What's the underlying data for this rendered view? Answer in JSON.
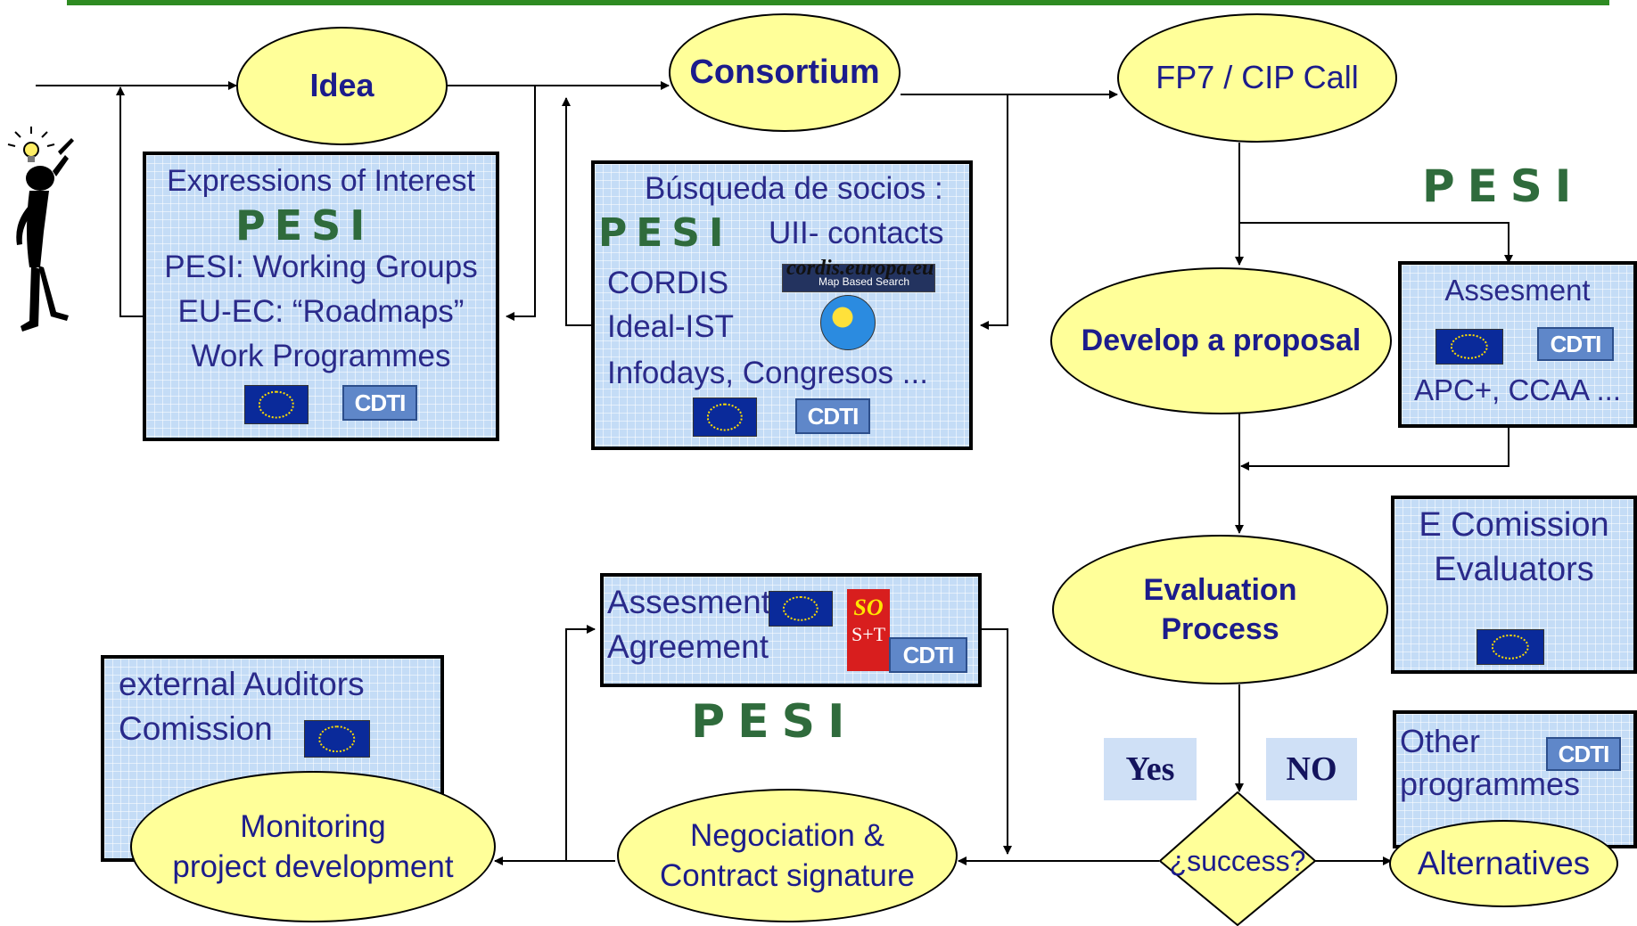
{
  "nodes": {
    "idea": "Idea",
    "consortium": "Consortium",
    "call": "FP7 / CIP Call",
    "develop": "Develop a proposal",
    "evaluation": [
      "Evaluation",
      "Process"
    ],
    "success": "¿success?",
    "alternatives": "Alternatives",
    "negociation": [
      "Negociation &",
      "Contract signature"
    ],
    "monitoring": [
      "Monitoring",
      "project development"
    ]
  },
  "boxes": {
    "interest": [
      "Expressions of Interest",
      "PESI: Working Groups",
      "EU-EC: “Roadmaps”",
      "Work Programmes"
    ],
    "busqueda": {
      "title": "Búsqueda de socios :",
      "contacts": "UII- contacts",
      "cordis": "CORDIS",
      "cordis_url": "cordis.europa.eu",
      "map_search": "Map Based Search",
      "ideal": "Ideal-IST",
      "infodays": "Infodays, Congresos ..."
    },
    "assesment_top": [
      "Assesment",
      "APC+, CCAA ..."
    ],
    "commission": [
      "E Comission",
      "Evaluators"
    ],
    "assesment_agreement": [
      "Assesment",
      "Agreement"
    ],
    "auditors": [
      "external Auditors",
      "Comission"
    ],
    "other": [
      "Other",
      "programmes"
    ]
  },
  "labels": {
    "yes": "Yes",
    "no": "NO"
  },
  "logos": {
    "pesi": "PESI",
    "cdti": "CDTI",
    "sost_top": "SO",
    "sost_bottom": "S+T"
  },
  "colors": {
    "ellipse_fill": "#ffff99",
    "box_fill": "#c4dcf6",
    "text_blue": "#1c1c8c",
    "pesi_green": "#2f6b3c",
    "top_bar": "#2e8b22",
    "sost_red": "#d81e1e"
  }
}
